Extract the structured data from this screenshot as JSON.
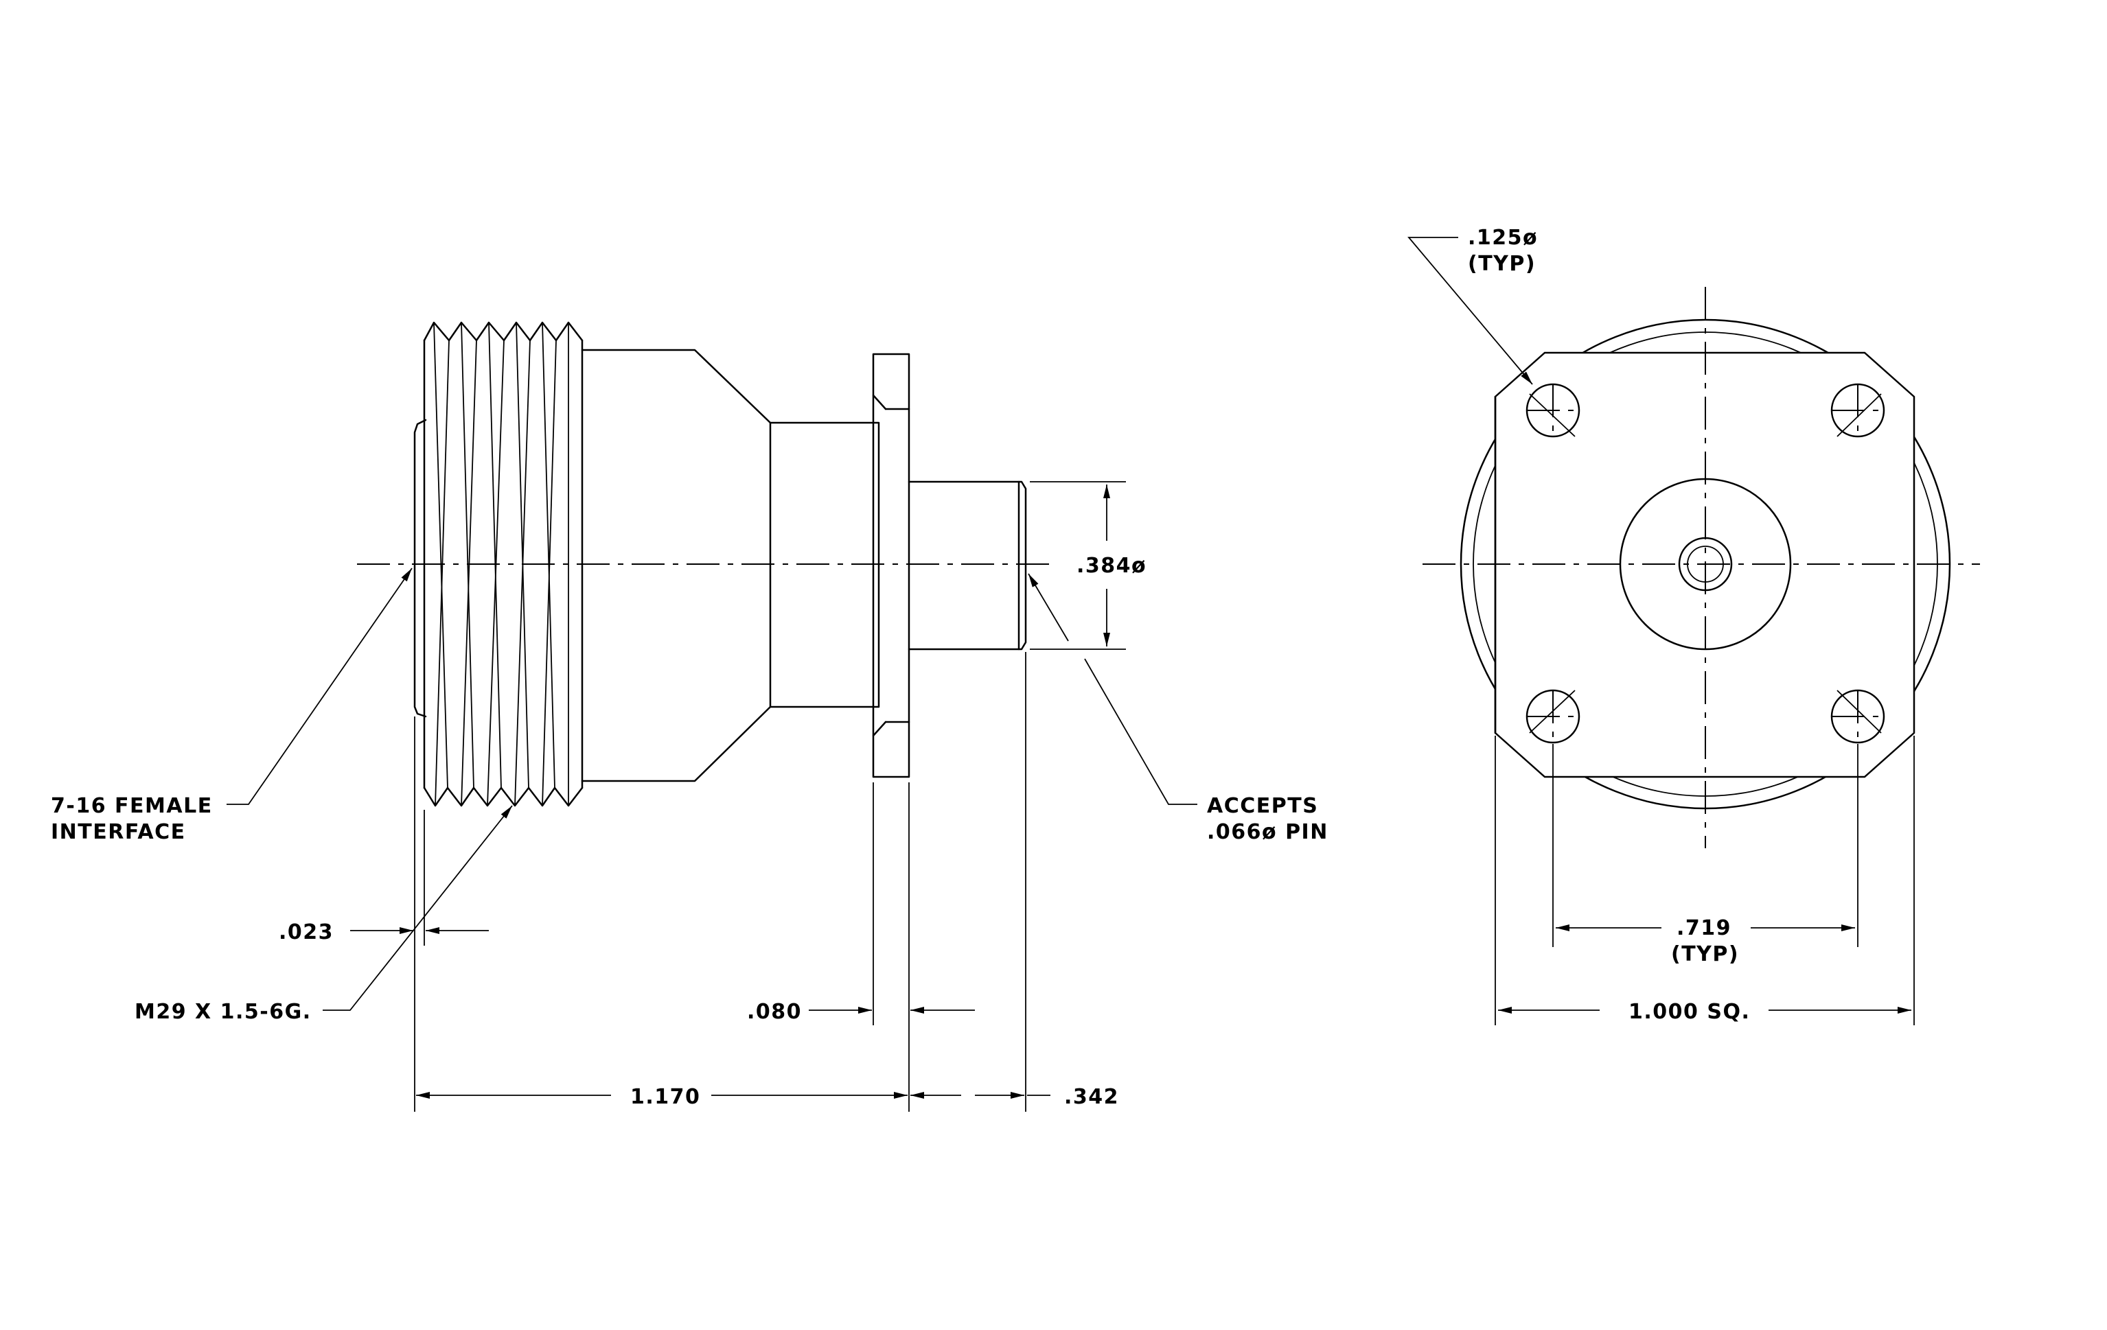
{
  "side_view": {
    "interface_label_line1": "7-16 FEMALE",
    "interface_label_line2": "INTERFACE",
    "thread_label": "M29 X 1.5-6G.",
    "dim_023": ".023",
    "dim_080": ".080",
    "dim_1170": "1.170",
    "dim_342": ".342",
    "dim_384": ".384ø",
    "pin_label_line1": "ACCEPTS",
    "pin_label_line2": ".066ø PIN"
  },
  "end_view": {
    "hole_label_line1": ".125ø",
    "hole_label_line2": "(TYP)",
    "spacing_label_line1": ".719",
    "spacing_label_line2": "(TYP)",
    "flange_label": "1.000 SQ."
  }
}
